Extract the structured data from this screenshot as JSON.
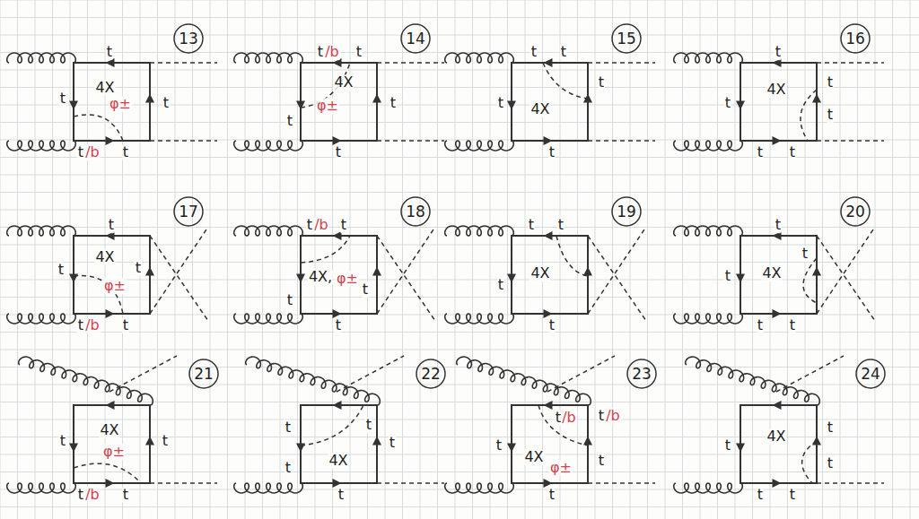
{
  "diagram": {
    "labels": [
      "13",
      "t",
      "t",
      "4X",
      "φ±",
      "t",
      "t",
      "/b",
      "t",
      "14",
      "t",
      "/b",
      "t",
      "4X",
      "φ±",
      "t",
      "t",
      "t",
      "15",
      "t",
      "t",
      "t",
      "t",
      "4X",
      "t",
      "16",
      "t",
      "t",
      "4X",
      "t",
      "t",
      "t",
      "t",
      "17",
      "t",
      "t",
      "4X",
      "φ±",
      "t",
      "t",
      "/b",
      "t",
      "18",
      "t",
      "/b",
      "t",
      "t",
      "4X,",
      "φ±",
      "t",
      "t",
      "19",
      "t",
      "t",
      "t",
      "4X",
      "t",
      "20",
      "t",
      "t",
      "4X",
      "t",
      "t",
      "t",
      "21",
      "t",
      "4X",
      "φ±",
      "t",
      "t",
      "/b",
      "t",
      "22",
      "t",
      "t",
      "t",
      "4X",
      "t",
      "t",
      "23",
      "t",
      "t",
      "/b",
      "t",
      "/b",
      "4X",
      "φ±",
      "t",
      "t",
      "24",
      "t",
      "4X",
      "t",
      "t",
      "t",
      "t"
    ]
  }
}
